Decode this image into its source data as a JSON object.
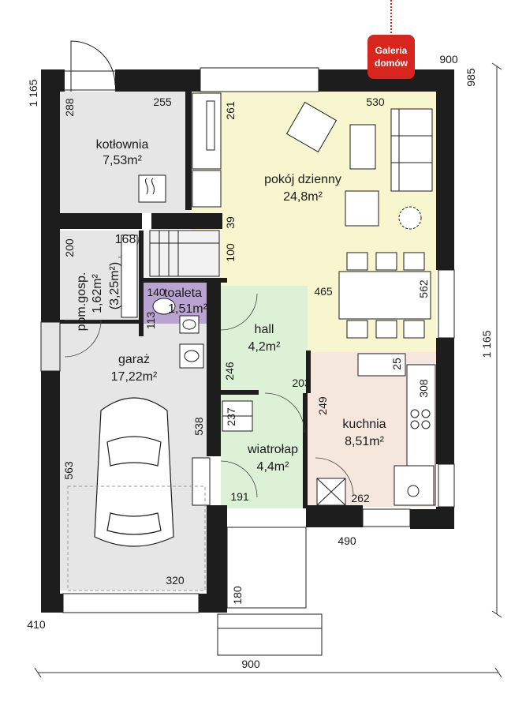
{
  "brand": {
    "line1": "Galeria",
    "line2": "domów",
    "color": "#d7261e"
  },
  "rooms": {
    "kotlownia": {
      "name": "kotłownia",
      "area": "7,53m²",
      "color": "#e6e6e6"
    },
    "pokoj": {
      "name": "pokój dzienny",
      "area": "24,8m²",
      "color": "#f8f6cf"
    },
    "pomgosp": {
      "name": "pom.gosp.",
      "area": "1,62m²",
      "color": "#e6e6e6"
    },
    "toaleta": {
      "name": "toaleta",
      "area": "1,51m²",
      "color": "#b9a3d0"
    },
    "hall": {
      "name": "hall",
      "area": "4,2m²",
      "color": "#ddf1d6"
    },
    "garaz": {
      "name": "garaż",
      "area": "17,22m²",
      "color": "#e6e6e6"
    },
    "kuchnia": {
      "name": "kuchnia",
      "area": "8,51m²",
      "color": "#f6e7de"
    },
    "wiatrolap": {
      "name": "wiatrołap",
      "area": "4,4m²",
      "color": "#ddf1d6"
    },
    "stairs_small": {
      "value": "168",
      "area": "(3,25m²)"
    }
  },
  "dimensions": {
    "d1165_top_left": "1 165",
    "d900_top": "900",
    "d985_right": "985",
    "d1165_right": "1 165",
    "d900_bottom": "900",
    "d410": "410",
    "d490": "490",
    "d288": "288",
    "d255": "255",
    "d261": "261",
    "d530": "530",
    "d39": "39",
    "d100": "100",
    "d200": "200",
    "d140": "140",
    "d113": "113",
    "d465": "465",
    "d562": "562",
    "d25": "25",
    "d308": "308",
    "d246": "246",
    "d203": "203",
    "d249": "249",
    "d237": "237",
    "d538": "538",
    "d191": "191",
    "d262": "262",
    "d563": "563",
    "d320": "320",
    "d180": "180"
  },
  "colors": {
    "wall": "#1d1d1d",
    "dimension_line": "#333333"
  }
}
